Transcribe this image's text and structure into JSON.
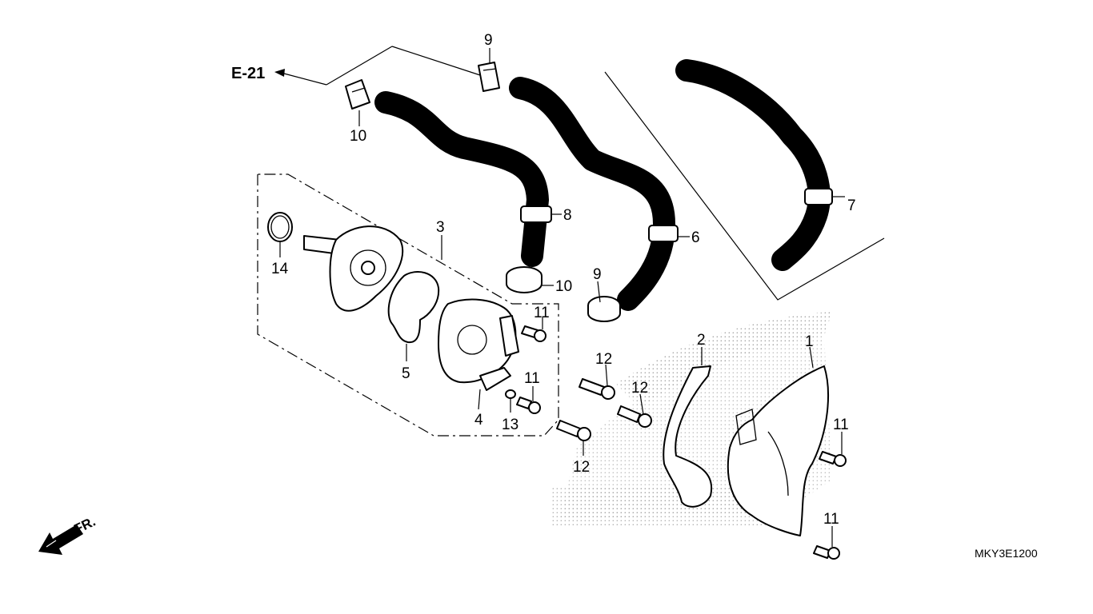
{
  "reference": {
    "label": "E-21"
  },
  "front_indicator": {
    "label": "FR."
  },
  "diagram_code": "MKY3E1200",
  "callouts": [
    {
      "id": "c9a",
      "label": "9"
    },
    {
      "id": "c10a",
      "label": "10"
    },
    {
      "id": "c8",
      "label": "8"
    },
    {
      "id": "c6",
      "label": "6"
    },
    {
      "id": "c7",
      "label": "7"
    },
    {
      "id": "c14",
      "label": "14"
    },
    {
      "id": "c3",
      "label": "3"
    },
    {
      "id": "c10b",
      "label": "10"
    },
    {
      "id": "c9b",
      "label": "9"
    },
    {
      "id": "c11a",
      "label": "11"
    },
    {
      "id": "c5",
      "label": "5"
    },
    {
      "id": "c12a",
      "label": "12"
    },
    {
      "id": "c11b",
      "label": "11"
    },
    {
      "id": "c2",
      "label": "2"
    },
    {
      "id": "c1",
      "label": "1"
    },
    {
      "id": "c12b",
      "label": "12"
    },
    {
      "id": "c4",
      "label": "4"
    },
    {
      "id": "c13",
      "label": "13"
    },
    {
      "id": "c11c",
      "label": "11"
    },
    {
      "id": "c12c",
      "label": "12"
    },
    {
      "id": "c11d",
      "label": "11"
    }
  ]
}
